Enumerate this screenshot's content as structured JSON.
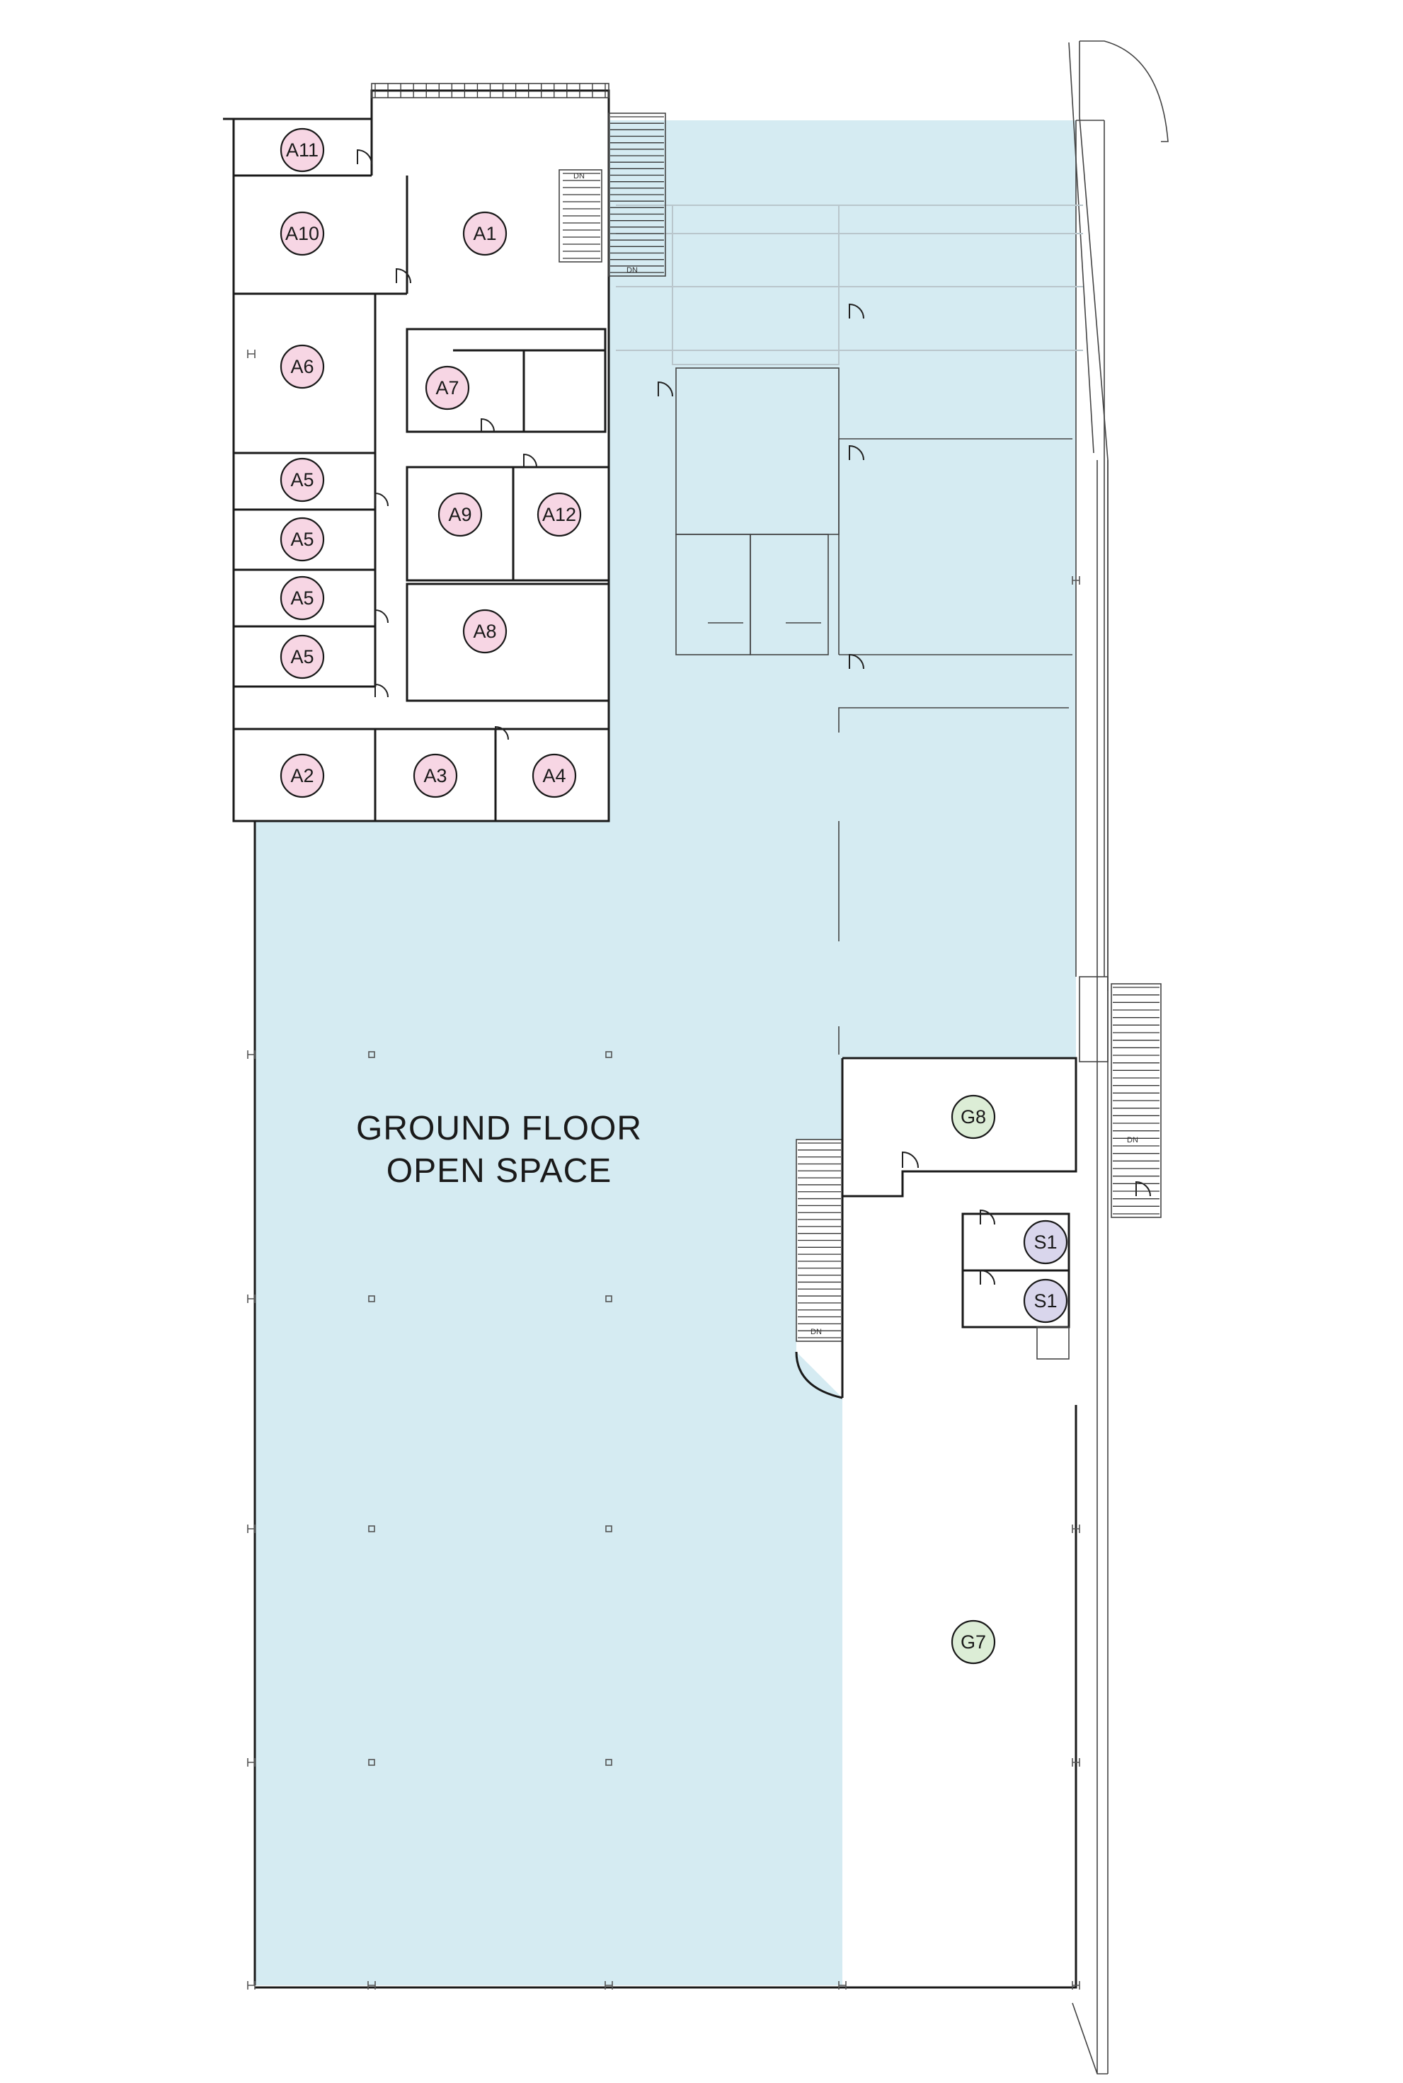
{
  "colors": {
    "open_space": "#d5ebf2",
    "room_a": "#f7d6e4",
    "room_g": "#dcedd6",
    "room_s": "#d9d6ec"
  },
  "open_space_label": [
    "GROUND FLOOR",
    "OPEN SPACE"
  ],
  "stair_labels": {
    "dn": "DN"
  },
  "rooms": [
    {
      "id": "A11",
      "label": "A11",
      "group": "a"
    },
    {
      "id": "A10",
      "label": "A10",
      "group": "a"
    },
    {
      "id": "A1",
      "label": "A1",
      "group": "a"
    },
    {
      "id": "A6",
      "label": "A6",
      "group": "a"
    },
    {
      "id": "A7",
      "label": "A7",
      "group": "a"
    },
    {
      "id": "A5-1",
      "label": "A5",
      "group": "a"
    },
    {
      "id": "A5-2",
      "label": "A5",
      "group": "a"
    },
    {
      "id": "A5-3",
      "label": "A5",
      "group": "a"
    },
    {
      "id": "A5-4",
      "label": "A5",
      "group": "a"
    },
    {
      "id": "A9",
      "label": "A9",
      "group": "a"
    },
    {
      "id": "A12",
      "label": "A12",
      "group": "a"
    },
    {
      "id": "A8",
      "label": "A8",
      "group": "a"
    },
    {
      "id": "A2",
      "label": "A2",
      "group": "a"
    },
    {
      "id": "A3",
      "label": "A3",
      "group": "a"
    },
    {
      "id": "A4",
      "label": "A4",
      "group": "a"
    },
    {
      "id": "G8",
      "label": "G8",
      "group": "g"
    },
    {
      "id": "S1-1",
      "label": "S1",
      "group": "s"
    },
    {
      "id": "S1-2",
      "label": "S1",
      "group": "s"
    },
    {
      "id": "G7",
      "label": "G7",
      "group": "g"
    }
  ]
}
